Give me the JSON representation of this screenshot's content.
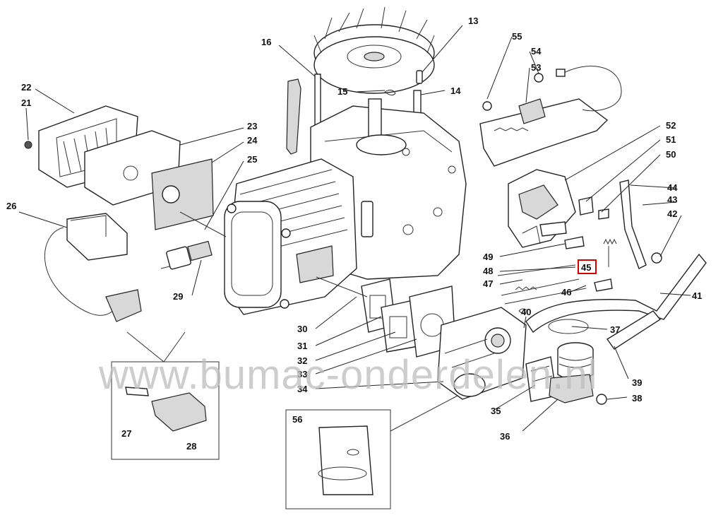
{
  "watermark": "www.bumac-onderdelen.nl",
  "highlight_label": "45",
  "labels": [
    "13",
    "14",
    "15",
    "16",
    "21",
    "22",
    "23",
    "24",
    "25",
    "26",
    "27",
    "28",
    "29",
    "30",
    "31",
    "32",
    "33",
    "34",
    "35",
    "36",
    "37",
    "38",
    "39",
    "40",
    "41",
    "42",
    "43",
    "44",
    "45",
    "46",
    "47",
    "48",
    "49",
    "50",
    "51",
    "52",
    "53",
    "54",
    "55",
    "56"
  ],
  "colors": {
    "highlight": "#d40000",
    "line": "#222222",
    "watermark": "#bdbdbd"
  }
}
